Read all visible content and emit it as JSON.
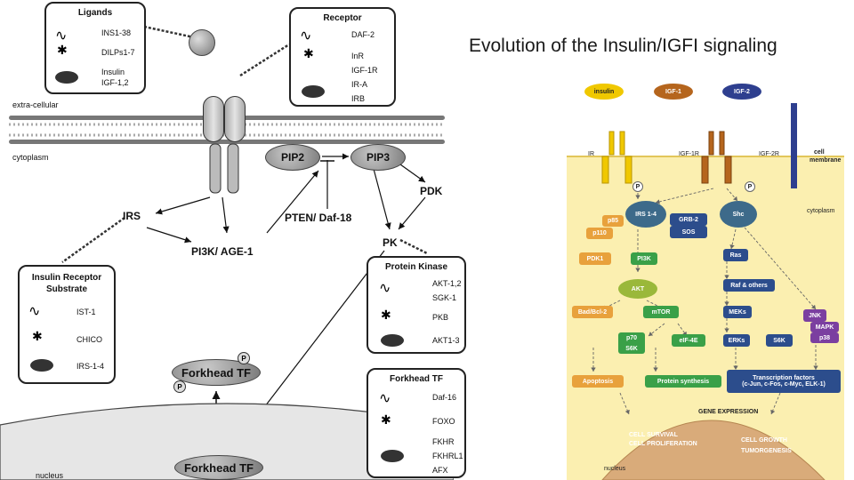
{
  "title": "Evolution of the Insulin/IGFI signaling",
  "left": {
    "ligands": {
      "title": "Ligands",
      "items": [
        "INS1-38",
        "DILPs1-7",
        "Insulin",
        "IGF-1,2"
      ]
    },
    "receptor": {
      "title": "Receptor",
      "items": [
        "DAF-2",
        "InR",
        "IGF-1R",
        "IR-A",
        "IRB"
      ]
    },
    "extracellular": "extra-cellular",
    "cytoplasm": "cytoplasm",
    "nucleus": "nucleus",
    "irs": "IRS",
    "pip2": "PIP2",
    "pip3": "PIP3",
    "pdk": "PDK",
    "pten": "PTEN/ Daf-18",
    "pi3k": "PI3K/ AGE-1",
    "pk": "PK",
    "phospho": "P",
    "forkhead_cyto": "Forkhead TF",
    "forkhead_nuc": "Forkhead TF",
    "substrate": {
      "title_line1": "Insulin Receptor",
      "title_line2": "Substrate",
      "items": [
        "IST-1",
        "CHICO",
        "IRS-1-4"
      ]
    },
    "kinase": {
      "title": "Protein Kinase",
      "items": [
        "AKT-1,2",
        "SGK-1",
        "PKB",
        "AKT1-3"
      ]
    },
    "forkhead_box": {
      "title": "Forkhead TF",
      "items": [
        "Daf-16",
        "FOXO",
        "FKHR",
        "FKHRL1",
        "AFX"
      ]
    }
  },
  "right": {
    "insulin": "insulin",
    "igf1": "IGF-1",
    "igf2": "IGF-2",
    "ir": "IR",
    "igf1r": "IGF-1R",
    "igf2r": "IGF-2R",
    "cell_membrane_1": "cell",
    "cell_membrane_2": "membrane",
    "cytoplasm": "cytoplasm",
    "p": "P",
    "irs14": "IRS 1-4",
    "grb2": "GRB-2",
    "sos": "SOS",
    "shc": "Shc",
    "p85": "p85",
    "p110": "p110",
    "pdk1": "PDK1",
    "pi3k": "PI3K",
    "ras": "Ras",
    "akt": "AKT",
    "raf": "Raf & others",
    "badbcl": "Bad/Bcl-2",
    "mtor": "mTOR",
    "meks": "MEKs",
    "jnk": "JNK",
    "mapk": "MAPK",
    "p38": "p38",
    "p70": "p70",
    "s6k_a": "S6K",
    "eif": "eIF-4E",
    "erks": "ERKs",
    "s6k_b": "S6K",
    "apoptosis": "Apoptosis",
    "protein_synthesis": "Protein synthesis",
    "tf1": "Transcription factors",
    "tf2": "(c-Jun, c-Fos, c-Myc, ELK-1)",
    "gene_expression": "GENE EXPRESSION",
    "survival": "CELL SURVIVAL",
    "prolif": "CELL PROLIFERATION",
    "growth": "CELL GROWTH",
    "tumor": "TUMORGENESIS",
    "nucleus": "nucleus"
  },
  "colors": {
    "insulin": "#f0c800",
    "igf1": "#b5651d",
    "igf2": "#2e3f8f",
    "panel_bg": "#fbefb0",
    "orange": "#e8a13c",
    "green": "#3aa048",
    "navy": "#2c4d8c",
    "purple": "#7b3fa0",
    "nucleus": "#d9ab7a"
  }
}
